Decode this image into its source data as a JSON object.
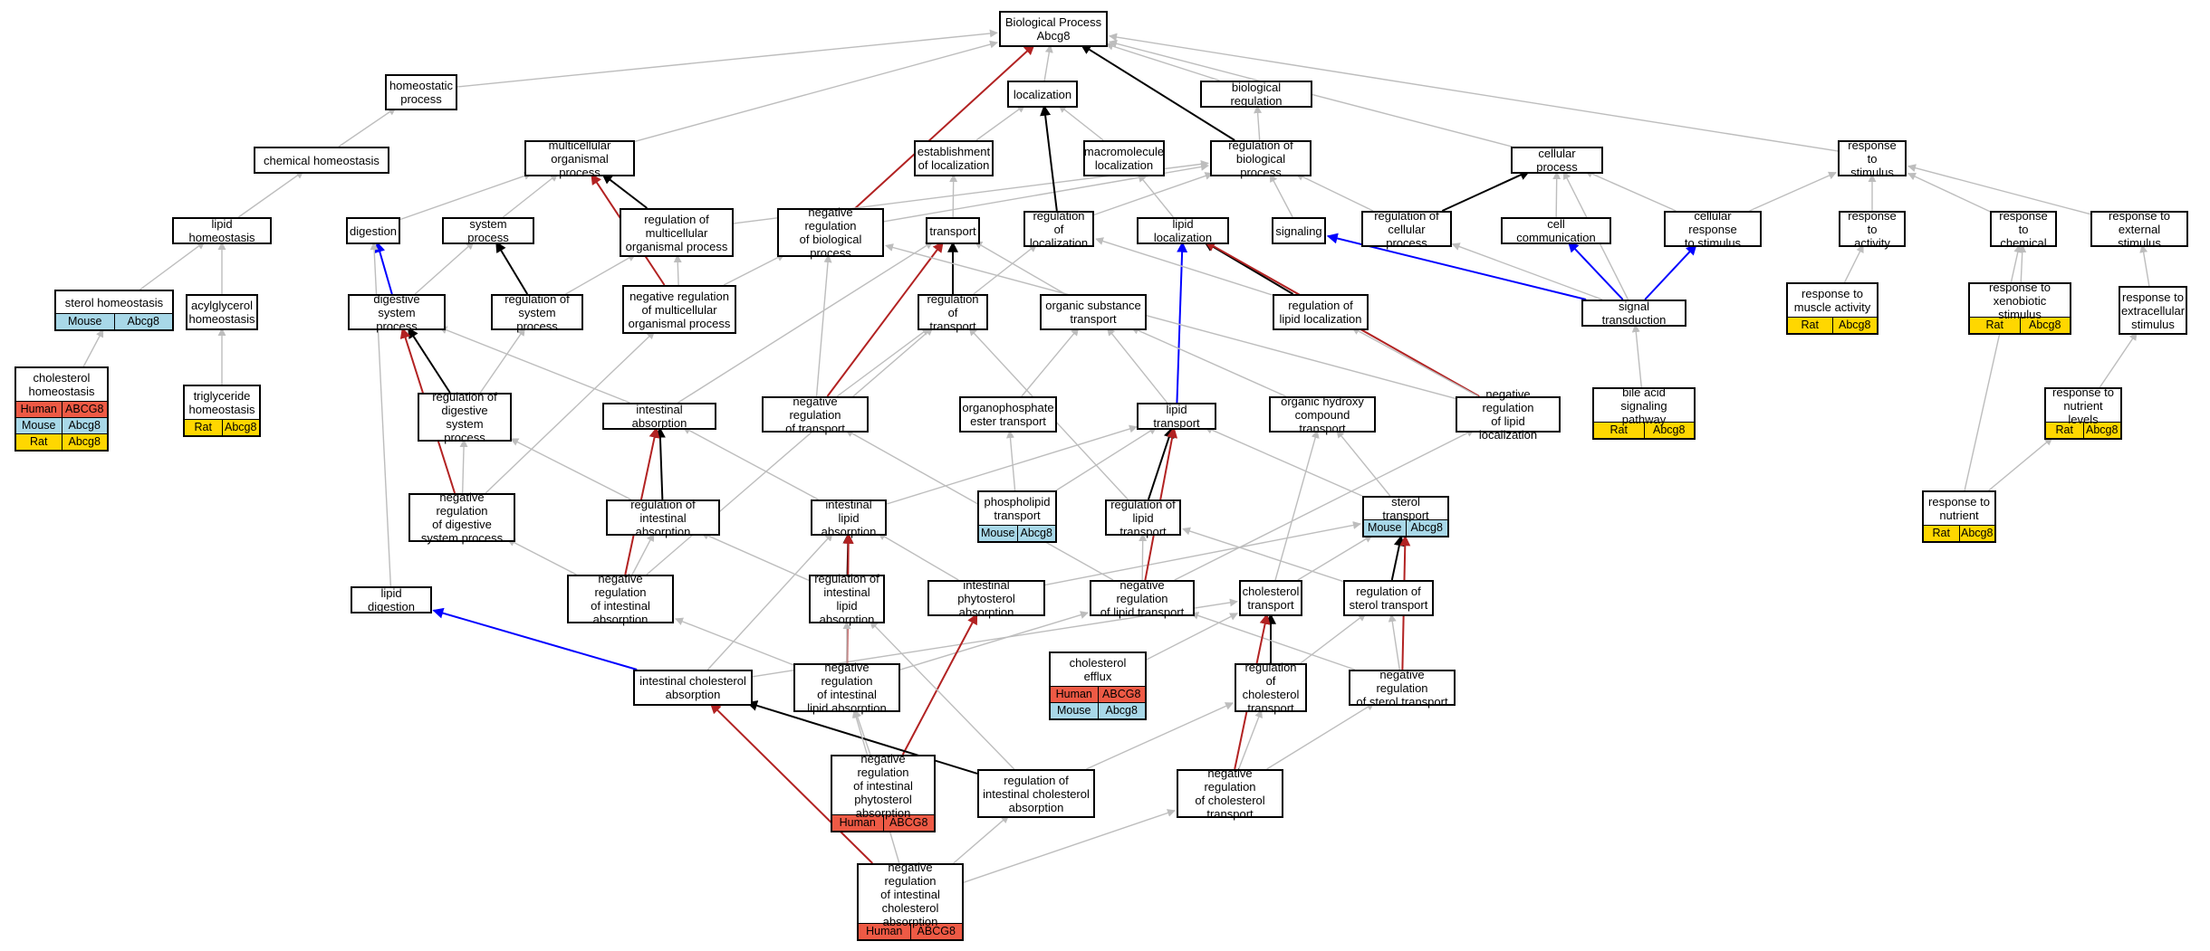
{
  "colors": {
    "gray": "#bdbdbd",
    "black": "#000000",
    "red": "#b22222",
    "blue": "#0000ff",
    "Human": "#ee5a45",
    "Mouse": "#a8d8e8",
    "Rat": "#ffd700"
  },
  "nodes": [
    {
      "id": "bp",
      "label": "Biological Process\nAbcg8"
    },
    {
      "id": "homeostatic",
      "label": "homeostatic\nprocess"
    },
    {
      "id": "localization",
      "label": "localization"
    },
    {
      "id": "bioreg",
      "label": "biological regulation"
    },
    {
      "id": "chemhomeo",
      "label": "chemical homeostasis"
    },
    {
      "id": "multicell",
      "label": "multicellular\norganismal process"
    },
    {
      "id": "estloc",
      "label": "establishment\nof localization"
    },
    {
      "id": "macroloc",
      "label": "macromolecule\nlocalization"
    },
    {
      "id": "regbio",
      "label": "regulation of\nbiological process"
    },
    {
      "id": "cellproc",
      "label": "cellular process"
    },
    {
      "id": "respstim",
      "label": "response to\nstimulus"
    },
    {
      "id": "lipidhomeo",
      "label": "lipid homeostasis"
    },
    {
      "id": "digestion",
      "label": "digestion"
    },
    {
      "id": "sysproc",
      "label": "system process"
    },
    {
      "id": "regmulti",
      "label": "regulation of\nmulticellular\norganismal process"
    },
    {
      "id": "negregbio",
      "label": "negative regulation\nof biological\nprocess"
    },
    {
      "id": "transport",
      "label": "transport"
    },
    {
      "id": "regloc",
      "label": "regulation of\nlocalization"
    },
    {
      "id": "lipidloc",
      "label": "lipid localization"
    },
    {
      "id": "signaling",
      "label": "signaling"
    },
    {
      "id": "regcell",
      "label": "regulation of\ncellular process"
    },
    {
      "id": "cellcomm",
      "label": "cell communication"
    },
    {
      "id": "cellresp",
      "label": "cellular response\nto stimulus"
    },
    {
      "id": "respact",
      "label": "response to\nactivity"
    },
    {
      "id": "respchem",
      "label": "response to\nchemical"
    },
    {
      "id": "respext",
      "label": "response to\nexternal stimulus"
    },
    {
      "id": "sterolhomeo",
      "label": "sterol homeostasis",
      "ann": [
        [
          "Mouse",
          "Abcg8"
        ]
      ]
    },
    {
      "id": "acylhomeo",
      "label": "acylglycerol\nhomeostasis"
    },
    {
      "id": "digsys",
      "label": "digestive system\nprocess"
    },
    {
      "id": "regsys",
      "label": "regulation of\nsystem process"
    },
    {
      "id": "negregmulti",
      "label": "negative regulation\nof multicellular\norganismal process"
    },
    {
      "id": "regtransport",
      "label": "regulation of\ntransport"
    },
    {
      "id": "orgsubst",
      "label": "organic substance\ntransport"
    },
    {
      "id": "reglipidloc",
      "label": "regulation of\nlipid localization"
    },
    {
      "id": "sigtrans",
      "label": "signal transduction"
    },
    {
      "id": "respmuscle",
      "label": "response to\nmuscle activity",
      "ann": [
        [
          "Rat",
          "Abcg8"
        ]
      ]
    },
    {
      "id": "respxeno",
      "label": "response to\nxenobiotic stimulus",
      "ann": [
        [
          "Rat",
          "Abcg8"
        ]
      ]
    },
    {
      "id": "respextra",
      "label": "response to\nextracellular\nstimulus"
    },
    {
      "id": "cholhomeo",
      "label": "cholesterol\nhomeostasis",
      "ann": [
        [
          "Human",
          "ABCG8"
        ],
        [
          "Mouse",
          "Abcg8"
        ],
        [
          "Rat",
          "Abcg8"
        ]
      ]
    },
    {
      "id": "trighomeo",
      "label": "triglyceride\nhomeostasis",
      "ann": [
        [
          "Rat",
          "Abcg8"
        ]
      ]
    },
    {
      "id": "regdigsys",
      "label": "regulation of\ndigestive system\nprocess"
    },
    {
      "id": "intabs",
      "label": "intestinal absorption"
    },
    {
      "id": "negregtrans",
      "label": "negative regulation\nof transport"
    },
    {
      "id": "organophos",
      "label": "organophosphate\nester transport"
    },
    {
      "id": "lipidtrans",
      "label": "lipid transport"
    },
    {
      "id": "orghydroxy",
      "label": "organic hydroxy\ncompound transport"
    },
    {
      "id": "negreglipidloc",
      "label": "negative regulation\nof lipid localization"
    },
    {
      "id": "bileacid",
      "label": "bile acid signaling\npathway",
      "ann": [
        [
          "Rat",
          "Abcg8"
        ]
      ]
    },
    {
      "id": "respnutlev",
      "label": "response to\nnutrient levels",
      "ann": [
        [
          "Rat",
          "Abcg8"
        ]
      ]
    },
    {
      "id": "negregdig",
      "label": "negative regulation\nof digestive\nsystem process"
    },
    {
      "id": "regintabs",
      "label": "regulation of\nintestinal absorption"
    },
    {
      "id": "intlipidabs",
      "label": "intestinal lipid\nabsorption"
    },
    {
      "id": "phospholipid",
      "label": "phospholipid\ntransport",
      "ann": [
        [
          "Mouse",
          "Abcg8"
        ]
      ]
    },
    {
      "id": "reglipidtrans",
      "label": "regulation of\nlipid transport"
    },
    {
      "id": "steroltrans",
      "label": "sterol transport",
      "ann": [
        [
          "Mouse",
          "Abcg8"
        ]
      ]
    },
    {
      "id": "respnut",
      "label": "response to\nnutrient",
      "ann": [
        [
          "Rat",
          "Abcg8"
        ]
      ]
    },
    {
      "id": "lipiddig",
      "label": "lipid digestion"
    },
    {
      "id": "negregintabs",
      "label": "negative regulation\nof intestinal\nabsorption"
    },
    {
      "id": "regintlipid",
      "label": "regulation of\nintestinal lipid\nabsorption"
    },
    {
      "id": "intphyto",
      "label": "intestinal phytosterol\nabsorption"
    },
    {
      "id": "negreglipidtrans",
      "label": "negative regulation\nof lipid transport"
    },
    {
      "id": "choltrans",
      "label": "cholesterol\ntransport"
    },
    {
      "id": "regsteroltrans",
      "label": "regulation of\nsterol transport"
    },
    {
      "id": "cholefflux",
      "label": "cholesterol\nefflux",
      "ann": [
        [
          "Human",
          "ABCG8"
        ],
        [
          "Mouse",
          "Abcg8"
        ]
      ]
    },
    {
      "id": "intchol",
      "label": "intestinal cholesterol\nabsorption"
    },
    {
      "id": "negregintlipid",
      "label": "negative regulation\nof intestinal\nlipid absorption"
    },
    {
      "id": "regcholtrans",
      "label": "regulation of\ncholesterol\ntransport"
    },
    {
      "id": "negregsteroltrans",
      "label": "negative regulation\nof sterol transport"
    },
    {
      "id": "negregphyto",
      "label": "negative regulation\nof intestinal\nphytosterol\nabsorption",
      "ann": [
        [
          "Human",
          "ABCG8"
        ]
      ]
    },
    {
      "id": "regintchol",
      "label": "regulation of\nintestinal cholesterol\nabsorption"
    },
    {
      "id": "negregcholtrans",
      "label": "negative regulation\nof cholesterol\ntransport"
    },
    {
      "id": "negregintchol",
      "label": "negative regulation\nof intestinal\ncholesterol\nabsorption",
      "ann": [
        [
          "Human",
          "ABCG8"
        ]
      ]
    }
  ],
  "edges": [
    [
      "homeostatic",
      "bp",
      "gray"
    ],
    [
      "localization",
      "bp",
      "gray"
    ],
    [
      "bioreg",
      "bp",
      "gray"
    ],
    [
      "regbio",
      "bp",
      "black"
    ],
    [
      "negregbio",
      "bp",
      "red"
    ],
    [
      "cellproc",
      "bp",
      "gray"
    ],
    [
      "respstim",
      "bp",
      "gray"
    ],
    [
      "multicell",
      "bp",
      "gray"
    ],
    [
      "chemhomeo",
      "homeostatic",
      "gray"
    ],
    [
      "lipidhomeo",
      "chemhomeo",
      "gray"
    ],
    [
      "sterolhomeo",
      "lipidhomeo",
      "gray"
    ],
    [
      "acylhomeo",
      "lipidhomeo",
      "gray"
    ],
    [
      "cholhomeo",
      "sterolhomeo",
      "gray"
    ],
    [
      "trighomeo",
      "acylhomeo",
      "gray"
    ],
    [
      "estloc",
      "localization",
      "gray"
    ],
    [
      "macroloc",
      "localization",
      "gray"
    ],
    [
      "regbio",
      "bioreg",
      "gray"
    ],
    [
      "digestion",
      "multicell",
      "gray"
    ],
    [
      "sysproc",
      "multicell",
      "gray"
    ],
    [
      "regmulti",
      "multicell",
      "black"
    ],
    [
      "negregmulti",
      "multicell",
      "red"
    ],
    [
      "regmulti",
      "regbio",
      "gray"
    ],
    [
      "negregbio",
      "regbio",
      "gray"
    ],
    [
      "regloc",
      "regbio",
      "gray"
    ],
    [
      "regcell",
      "regbio",
      "gray"
    ],
    [
      "signaling",
      "regbio",
      "gray"
    ],
    [
      "transport",
      "estloc",
      "gray"
    ],
    [
      "regloc",
      "localization",
      "black"
    ],
    [
      "lipidloc",
      "macroloc",
      "gray"
    ],
    [
      "regcell",
      "cellproc",
      "black"
    ],
    [
      "cellcomm",
      "cellproc",
      "gray"
    ],
    [
      "cellresp",
      "cellproc",
      "gray"
    ],
    [
      "sigtrans",
      "cellproc",
      "gray"
    ],
    [
      "cellresp",
      "respstim",
      "gray"
    ],
    [
      "respact",
      "respstim",
      "gray"
    ],
    [
      "respchem",
      "respstim",
      "gray"
    ],
    [
      "respext",
      "respstim",
      "gray"
    ],
    [
      "respmuscle",
      "respact",
      "gray"
    ],
    [
      "respxeno",
      "respchem",
      "gray"
    ],
    [
      "respextra",
      "respext",
      "gray"
    ],
    [
      "respnutlev",
      "respextra",
      "gray"
    ],
    [
      "respnut",
      "respnutlev",
      "gray"
    ],
    [
      "respnut",
      "respchem",
      "gray"
    ],
    [
      "digsys",
      "digestion",
      "blue"
    ],
    [
      "digsys",
      "sysproc",
      "gray"
    ],
    [
      "regsys",
      "sysproc",
      "black"
    ],
    [
      "regsys",
      "regmulti",
      "gray"
    ],
    [
      "negregmulti",
      "regmulti",
      "gray"
    ],
    [
      "negregmulti",
      "negregbio",
      "gray"
    ],
    [
      "regdigsys",
      "digsys",
      "black"
    ],
    [
      "regdigsys",
      "regsys",
      "gray"
    ],
    [
      "negregdig",
      "regdigsys",
      "gray"
    ],
    [
      "negregdig",
      "digsys",
      "red"
    ],
    [
      "negregdig",
      "negregmulti",
      "gray"
    ],
    [
      "intabs",
      "digsys",
      "gray"
    ],
    [
      "intabs",
      "transport",
      "gray"
    ],
    [
      "regintabs",
      "intabs",
      "black"
    ],
    [
      "regintabs",
      "regdigsys",
      "gray"
    ],
    [
      "negregintabs",
      "intabs",
      "red"
    ],
    [
      "negregintabs",
      "regintabs",
      "gray"
    ],
    [
      "negregintabs",
      "negregdig",
      "gray"
    ],
    [
      "negregintabs",
      "regtransport",
      "gray"
    ],
    [
      "regtransport",
      "transport",
      "black"
    ],
    [
      "regtransport",
      "regloc",
      "gray"
    ],
    [
      "negregtrans",
      "transport",
      "red"
    ],
    [
      "negregtrans",
      "regtransport",
      "gray"
    ],
    [
      "negregtrans",
      "negregbio",
      "gray"
    ],
    [
      "orgsubst",
      "transport",
      "gray"
    ],
    [
      "organophos",
      "orgsubst",
      "gray"
    ],
    [
      "lipidtrans",
      "orgsubst",
      "gray"
    ],
    [
      "lipidtrans",
      "lipidloc",
      "blue"
    ],
    [
      "orghydroxy",
      "orgsubst",
      "gray"
    ],
    [
      "reglipidloc",
      "lipidloc",
      "black"
    ],
    [
      "reglipidloc",
      "regloc",
      "gray"
    ],
    [
      "negreglipidloc",
      "lipidloc",
      "red"
    ],
    [
      "negreglipidloc",
      "reglipidloc",
      "gray"
    ],
    [
      "negreglipidloc",
      "negregbio",
      "gray"
    ],
    [
      "sigtrans",
      "signaling",
      "blue"
    ],
    [
      "sigtrans",
      "cellcomm",
      "blue"
    ],
    [
      "sigtrans",
      "cellresp",
      "blue"
    ],
    [
      "sigtrans",
      "regcell",
      "gray"
    ],
    [
      "bileacid",
      "sigtrans",
      "gray"
    ],
    [
      "intlipidabs",
      "intabs",
      "gray"
    ],
    [
      "intlipidabs",
      "lipidtrans",
      "gray"
    ],
    [
      "regintlipid",
      "intlipidabs",
      "black"
    ],
    [
      "regintlipid",
      "regintabs",
      "gray"
    ],
    [
      "phospholipid",
      "organophos",
      "gray"
    ],
    [
      "phospholipid",
      "lipidtrans",
      "gray"
    ],
    [
      "reglipidtrans",
      "lipidtrans",
      "black"
    ],
    [
      "reglipidtrans",
      "regtransport",
      "gray"
    ],
    [
      "steroltrans",
      "lipidtrans",
      "gray"
    ],
    [
      "steroltrans",
      "orghydroxy",
      "gray"
    ],
    [
      "lipiddig",
      "digestion",
      "gray"
    ],
    [
      "intphyto",
      "intlipidabs",
      "gray"
    ],
    [
      "intphyto",
      "steroltrans",
      "gray"
    ],
    [
      "negreglipidtrans",
      "lipidtrans",
      "red"
    ],
    [
      "negreglipidtrans",
      "reglipidtrans",
      "gray"
    ],
    [
      "negreglipidtrans",
      "negregtrans",
      "gray"
    ],
    [
      "negreglipidtrans",
      "negreglipidloc",
      "gray"
    ],
    [
      "choltrans",
      "steroltrans",
      "gray"
    ],
    [
      "choltrans",
      "orghydroxy",
      "gray"
    ],
    [
      "regsteroltrans",
      "steroltrans",
      "black"
    ],
    [
      "regsteroltrans",
      "reglipidtrans",
      "gray"
    ],
    [
      "cholefflux",
      "choltrans",
      "gray"
    ],
    [
      "intchol",
      "lipiddig",
      "blue"
    ],
    [
      "intchol",
      "intlipidabs",
      "gray"
    ],
    [
      "intchol",
      "choltrans",
      "gray"
    ],
    [
      "negregintlipid",
      "intlipidabs",
      "red"
    ],
    [
      "negregintlipid",
      "regintlipid",
      "gray"
    ],
    [
      "negregintlipid",
      "negregintabs",
      "gray"
    ],
    [
      "negregintlipid",
      "negreglipidtrans",
      "gray"
    ],
    [
      "regcholtrans",
      "choltrans",
      "black"
    ],
    [
      "regcholtrans",
      "regsteroltrans",
      "gray"
    ],
    [
      "negregsteroltrans",
      "steroltrans",
      "red"
    ],
    [
      "negregsteroltrans",
      "regsteroltrans",
      "gray"
    ],
    [
      "negregsteroltrans",
      "negreglipidtrans",
      "gray"
    ],
    [
      "negregphyto",
      "intphyto",
      "red"
    ],
    [
      "negregphyto",
      "negregintlipid",
      "gray"
    ],
    [
      "regintchol",
      "intchol",
      "black"
    ],
    [
      "regintchol",
      "regintlipid",
      "gray"
    ],
    [
      "regintchol",
      "regcholtrans",
      "gray"
    ],
    [
      "negregcholtrans",
      "choltrans",
      "red"
    ],
    [
      "negregcholtrans",
      "regcholtrans",
      "gray"
    ],
    [
      "negregcholtrans",
      "negregsteroltrans",
      "gray"
    ],
    [
      "negregintchol",
      "intchol",
      "red"
    ],
    [
      "negregintchol",
      "regintchol",
      "gray"
    ],
    [
      "negregintchol",
      "negregintlipid",
      "gray"
    ],
    [
      "negregintchol",
      "negregcholtrans",
      "gray"
    ]
  ]
}
